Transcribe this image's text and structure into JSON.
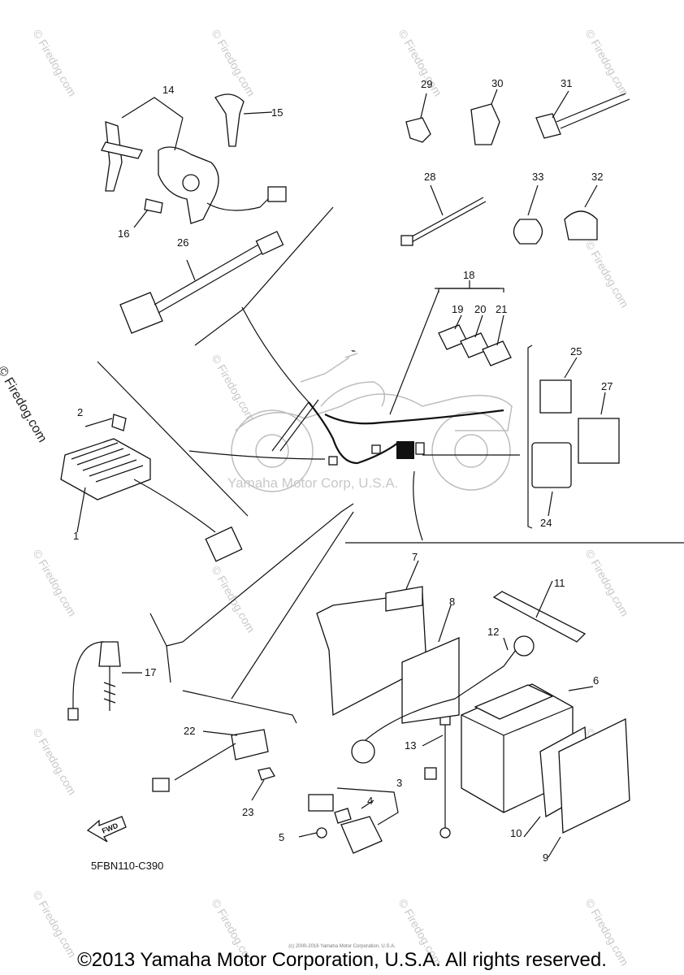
{
  "callouts": {
    "c1": "1",
    "c2": "2",
    "c3": "3",
    "c4": "4",
    "c5": "5",
    "c6": "6",
    "c7": "7",
    "c8": "8",
    "c9": "9",
    "c10": "10",
    "c11": "11",
    "c12": "12",
    "c13": "13",
    "c14": "14",
    "c15": "15",
    "c16": "16",
    "c17": "17",
    "c18": "18",
    "c19": "19",
    "c20": "20",
    "c21": "21",
    "c22": "22",
    "c23": "23",
    "c24": "24",
    "c25": "25",
    "c26": "26",
    "c27": "27",
    "c28": "28",
    "c29": "29",
    "c30": "30",
    "c31": "31",
    "c32": "32",
    "c33": "33"
  },
  "watermark_center": "Yamaha Motor Corp, U.S.A.",
  "side_watermark": "© Firedog.com",
  "repeat_watermark": "© Firedog.com",
  "fwd_label": "FWD",
  "diagram_code": "5FBN110-C390",
  "fine_print": "(c) 2000-2016 Yamaha Motor Corporation, U.S.A.",
  "copyright": "©2013 Yamaha Motor Corporation, U.S.A. All rights reserved."
}
